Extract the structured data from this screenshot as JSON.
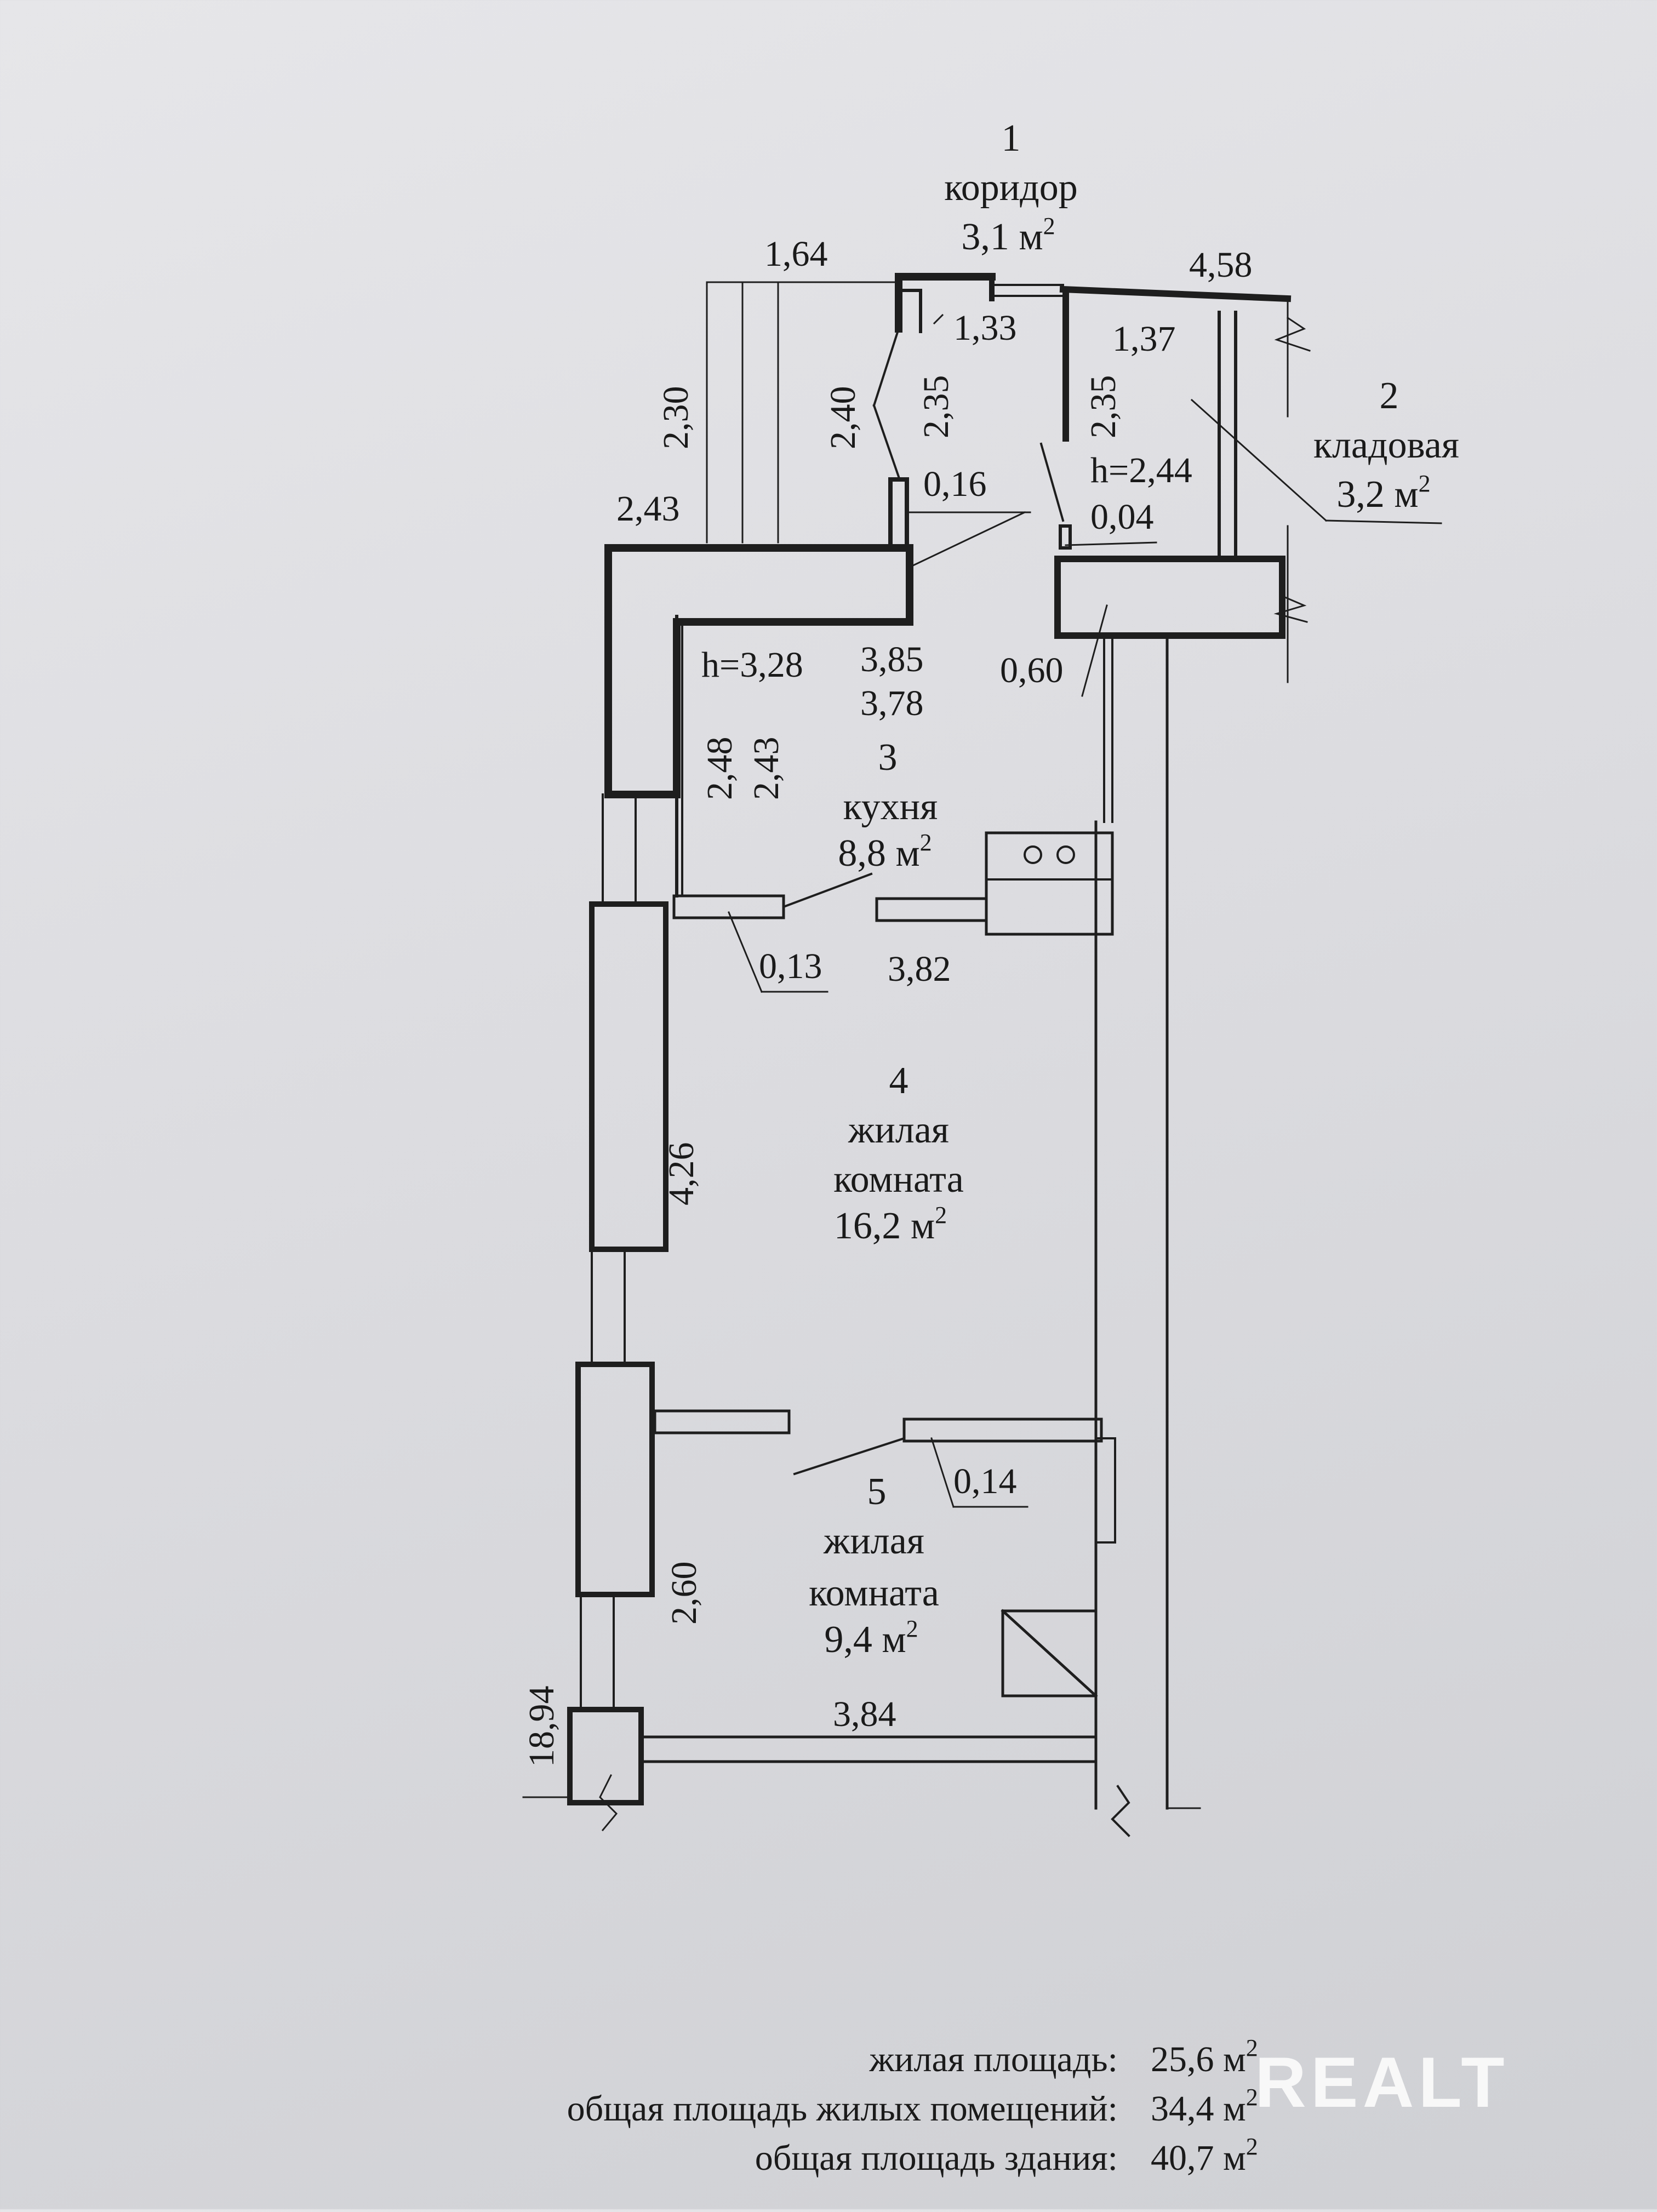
{
  "rooms": [
    {
      "num": "1",
      "name": "коридор",
      "area": "3,1 м",
      "sup": "2"
    },
    {
      "num": "2",
      "name": "кладовая",
      "area": "3,2 м",
      "sup": "2"
    },
    {
      "num": "3",
      "name": "кухня",
      "area": "8,8 м",
      "sup": "2"
    },
    {
      "num": "4",
      "name1": "жилая",
      "name2": "комната",
      "area": "16,2 м",
      "sup": "2"
    },
    {
      "num": "5",
      "name1": "жилая",
      "name2": "комната",
      "area": "9,4 м",
      "sup": "2"
    }
  ],
  "dims": {
    "d164": "1,64",
    "d458": "4,58",
    "d133": "1,33",
    "d137": "1,37",
    "d230": "2,30",
    "d240": "2,40",
    "d235a": "2,35",
    "d235b": "2,35",
    "h244": "h=2,44",
    "d016": "0,16",
    "d004": "0,04",
    "d243": "2,43",
    "h328": "h=3,28",
    "d385": "3,85",
    "d378": "3,78",
    "d060": "0,60",
    "d248": "2,48",
    "d243b": "2,43",
    "d013": "0,13",
    "d382": "3,82",
    "d426": "4,26",
    "d014": "0,14",
    "d260": "2,60",
    "d384": "3,84",
    "d1894": "18,94"
  },
  "summary": [
    {
      "label": "жилая площадь:",
      "value": "25,6 м",
      "sup": "2"
    },
    {
      "label": "общая площадь жилых помещений:",
      "value": "34,4 м",
      "sup": "2"
    },
    {
      "label": "общая площадь здания:",
      "value": "40,7 м",
      "sup": "2"
    }
  ],
  "watermark": "REALT"
}
